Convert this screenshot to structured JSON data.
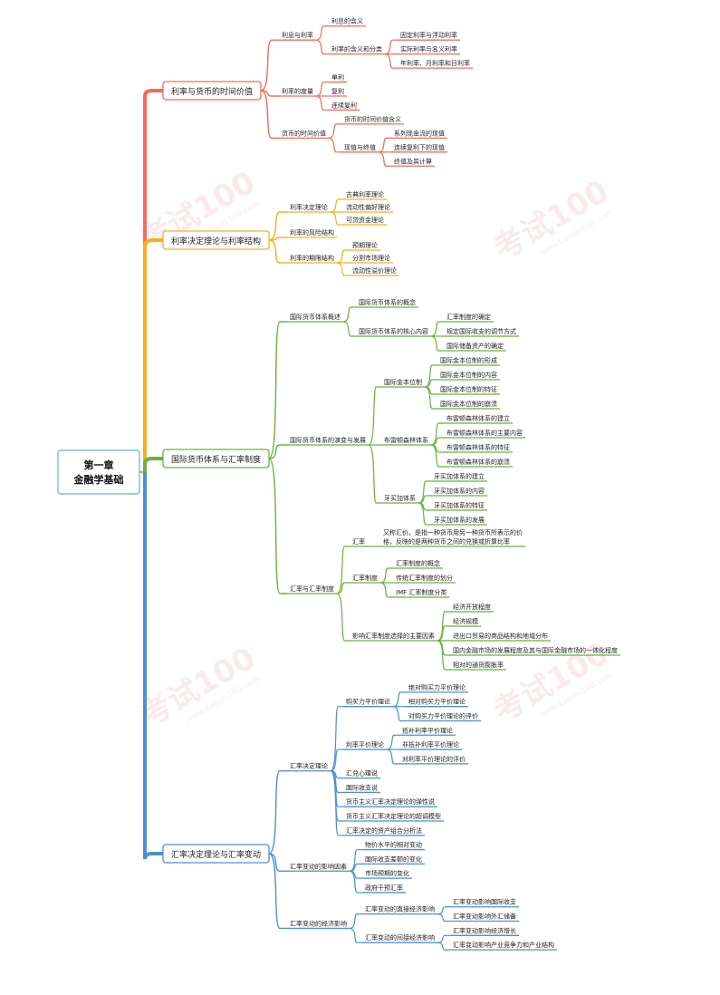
{
  "root": {
    "line1": "第一章",
    "line2": "金融学基础",
    "border": "#5bb7c7"
  },
  "watermark": {
    "brand": "考试100",
    "site": "www.kaoshi100.com"
  },
  "colors": {
    "red": "#f26b5b",
    "orange": "#f5b020",
    "green": "#6ab13c",
    "blue": "#4d8fd6"
  },
  "branches": [
    {
      "label": "利率与货币的时间价值",
      "color": "red",
      "children": [
        {
          "label": "利息与利率",
          "children": [
            {
              "label": "利息的含义"
            },
            {
              "label": "利率的含义和分类",
              "children": [
                {
                  "label": "固定利率与浮动利率"
                },
                {
                  "label": "实际利率与名义利率"
                },
                {
                  "label": "年利率、月利率和日利率"
                }
              ]
            }
          ]
        },
        {
          "label": "利率的度量",
          "children": [
            {
              "label": "单利"
            },
            {
              "label": "复利"
            },
            {
              "label": "连续复利"
            }
          ]
        },
        {
          "label": "货币的时间价值",
          "children": [
            {
              "label": "货币的时间价值含义"
            },
            {
              "label": "现值与终值",
              "children": [
                {
                  "label": "系列现金流的现值"
                },
                {
                  "label": "连续复利下的现值"
                },
                {
                  "label": "终值及其计算"
                }
              ]
            }
          ]
        }
      ]
    },
    {
      "label": "利率决定理论与利率结构",
      "color": "orange",
      "children": [
        {
          "label": "利率决定理论",
          "children": [
            {
              "label": "古典利率理论"
            },
            {
              "label": "流动性偏好理论"
            },
            {
              "label": "可贷资金理论"
            }
          ]
        },
        {
          "label": "利率的风险结构"
        },
        {
          "label": "利率的期限结构",
          "children": [
            {
              "label": "预期理论"
            },
            {
              "label": "分割市场理论"
            },
            {
              "label": "流动性溢价理论"
            }
          ]
        }
      ]
    },
    {
      "label": "国际货币体系与汇率制度",
      "color": "green",
      "children": [
        {
          "label": "国际货币体系概述",
          "children": [
            {
              "label": "国际货币体系的概念"
            },
            {
              "label": "国际货币体系的核心内容",
              "children": [
                {
                  "label": "汇率制度的确定"
                },
                {
                  "label": "规定国际收支的调节方式"
                },
                {
                  "label": "国际储备资产的确定"
                }
              ]
            }
          ]
        },
        {
          "label": "国际货币体系的演变与发展",
          "children": [
            {
              "label": "国际金本位制",
              "children": [
                {
                  "label": "国际金本位制的形成"
                },
                {
                  "label": "国际金本位制的内容"
                },
                {
                  "label": "国际金本位制的特征"
                },
                {
                  "label": "国际金本位制的崩溃"
                }
              ]
            },
            {
              "label": "布雷顿森林体系",
              "children": [
                {
                  "label": "布雷顿森林体系的建立"
                },
                {
                  "label": "布雷顿森林体系的主要内容"
                },
                {
                  "label": "布雷顿森林体系的特征"
                },
                {
                  "label": "布雷顿森林体系的崩溃"
                }
              ]
            },
            {
              "label": "牙买加体系",
              "children": [
                {
                  "label": "牙买加体系的建立"
                },
                {
                  "label": "牙买加体系的内容"
                },
                {
                  "label": "牙买加体系的特征"
                },
                {
                  "label": "牙买加体系的发展"
                }
              ]
            }
          ]
        },
        {
          "label": "汇率与汇率制度",
          "children": [
            {
              "label": "汇率",
              "children": [
                {
                  "label": "又称汇价，是指一种货币用另一种货币所表示的价",
                  "label2": "格，反映的是两种货币之间的兑换或折算比率"
                }
              ]
            },
            {
              "label": "汇率制度",
              "children": [
                {
                  "label": "汇率制度的概念"
                },
                {
                  "label": "传统汇率制度的划分"
                },
                {
                  "label": "IMF 汇率制度分类"
                }
              ]
            },
            {
              "label": "影响汇率制度选择的主要因素",
              "children": [
                {
                  "label": "经济开放程度"
                },
                {
                  "label": "经济规模"
                },
                {
                  "label": "进出口贸易的商品结构和地域分布"
                },
                {
                  "label": "国内金融市场的发展程度及其与国际金融市场的一体化程度"
                },
                {
                  "label": "相对的通货膨胀率"
                }
              ]
            }
          ]
        }
      ]
    },
    {
      "label": "汇率决定理论与汇率变动",
      "color": "blue",
      "children": [
        {
          "label": "汇率决定理论",
          "children": [
            {
              "label": "购买力平价理论",
              "children": [
                {
                  "label": "绝对购买力平价理论"
                },
                {
                  "label": "相对购买力平价理论"
                },
                {
                  "label": "对购买力平价理论的评价"
                }
              ]
            },
            {
              "label": "利率平价理论",
              "children": [
                {
                  "label": "抵补利率平价理论"
                },
                {
                  "label": "非抵补利率平价理论"
                },
                {
                  "label": "对利率平价理论的评价"
                }
              ]
            },
            {
              "label": "汇兑心理说"
            },
            {
              "label": "国际收支说"
            },
            {
              "label": "货币主义汇率决定理论的弹性说"
            },
            {
              "label": "货币主义汇率决定理论的超调模型"
            },
            {
              "label": "汇率决定的资产组合分析法"
            }
          ]
        },
        {
          "label": "汇率变动的影响因素",
          "children": [
            {
              "label": "物价水平的相对变动"
            },
            {
              "label": "国际收支差额的变化"
            },
            {
              "label": "市场预期的变化"
            },
            {
              "label": "政府干预汇率"
            }
          ]
        },
        {
          "label": "汇率变动的经济影响",
          "children": [
            {
              "label": "汇率变动的直接经济影响",
              "children": [
                {
                  "label": "汇率变动影响国际收支"
                },
                {
                  "label": "汇率变动影响外汇储备"
                }
              ]
            },
            {
              "label": "汇率变动的间接经济影响",
              "children": [
                {
                  "label": "汇率变动影响经济增长"
                },
                {
                  "label": "汇率变动影响产业竞争力和产业结构"
                }
              ]
            }
          ]
        }
      ]
    }
  ]
}
